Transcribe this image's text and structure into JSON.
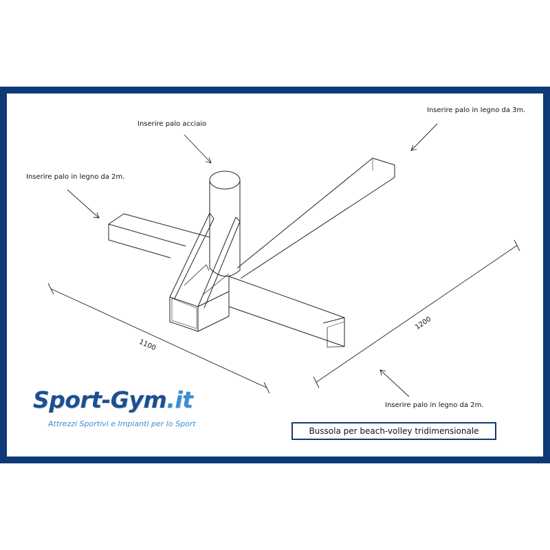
{
  "labels": {
    "steel_pole": "Inserire palo acciaio",
    "wood_3m": "Inserire palo in legno da 3m.",
    "wood_2m_left": "Inserire palo in legno da 2m.",
    "wood_2m_bottom": "Inserire palo in legno da 2m."
  },
  "dimensions": {
    "d1100": "1100",
    "d1200": "1200"
  },
  "brand": {
    "name_main": "Sport-Gym",
    "name_dot": ".it",
    "tagline": "Attrezzi Sportivi e Impianti per lo Sport"
  },
  "caption": "Bussola per beach-volley tridimensionale",
  "colors": {
    "frame": "#0f3a78",
    "brand": "#1c4f8f",
    "brand_accent": "#3a8fd4"
  }
}
